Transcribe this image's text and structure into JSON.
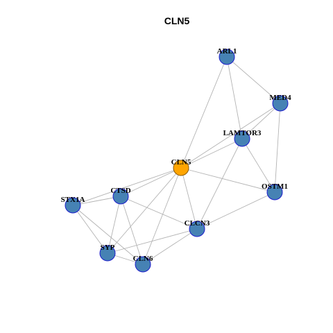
{
  "title": "CLN5",
  "colors": {
    "center_fill": "#FFA500",
    "center_stroke": "#8B5A00",
    "node_fill": "#4682B4",
    "node_stroke": "#1C1CCC",
    "edge": "#B3B3B3"
  },
  "nodes": [
    {
      "id": "CLN5",
      "label": "CLN5",
      "center": true
    },
    {
      "id": "ARL1",
      "label": "ARL1"
    },
    {
      "id": "MED4",
      "label": "MED4"
    },
    {
      "id": "LAMTOR3",
      "label": "LAMTOR3"
    },
    {
      "id": "OSTM1",
      "label": "OSTM1"
    },
    {
      "id": "CTSD",
      "label": "CTSD"
    },
    {
      "id": "STX1A",
      "label": "STX1A"
    },
    {
      "id": "CLCN3",
      "label": "CLCN3"
    },
    {
      "id": "SYP",
      "label": "SYP"
    },
    {
      "id": "CLN6",
      "label": "CLN6"
    }
  ],
  "edges": [
    [
      "CLN5",
      "ARL1"
    ],
    [
      "CLN5",
      "MED4"
    ],
    [
      "CLN5",
      "LAMTOR3"
    ],
    [
      "CLN5",
      "OSTM1"
    ],
    [
      "CLN5",
      "CTSD"
    ],
    [
      "CLN5",
      "STX1A"
    ],
    [
      "CLN5",
      "CLCN3"
    ],
    [
      "CLN5",
      "SYP"
    ],
    [
      "CLN5",
      "CLN6"
    ],
    [
      "ARL1",
      "MED4"
    ],
    [
      "ARL1",
      "LAMTOR3"
    ],
    [
      "MED4",
      "LAMTOR3"
    ],
    [
      "MED4",
      "OSTM1"
    ],
    [
      "LAMTOR3",
      "OSTM1"
    ],
    [
      "LAMTOR3",
      "CLCN3"
    ],
    [
      "OSTM1",
      "CLCN3"
    ],
    [
      "CTSD",
      "STX1A"
    ],
    [
      "CTSD",
      "CLCN3"
    ],
    [
      "CTSD",
      "SYP"
    ],
    [
      "CTSD",
      "CLN6"
    ],
    [
      "STX1A",
      "SYP"
    ],
    [
      "STX1A",
      "CLN6"
    ],
    [
      "CLCN3",
      "SYP"
    ],
    [
      "CLCN3",
      "CLN6"
    ],
    [
      "SYP",
      "CLN6"
    ]
  ]
}
